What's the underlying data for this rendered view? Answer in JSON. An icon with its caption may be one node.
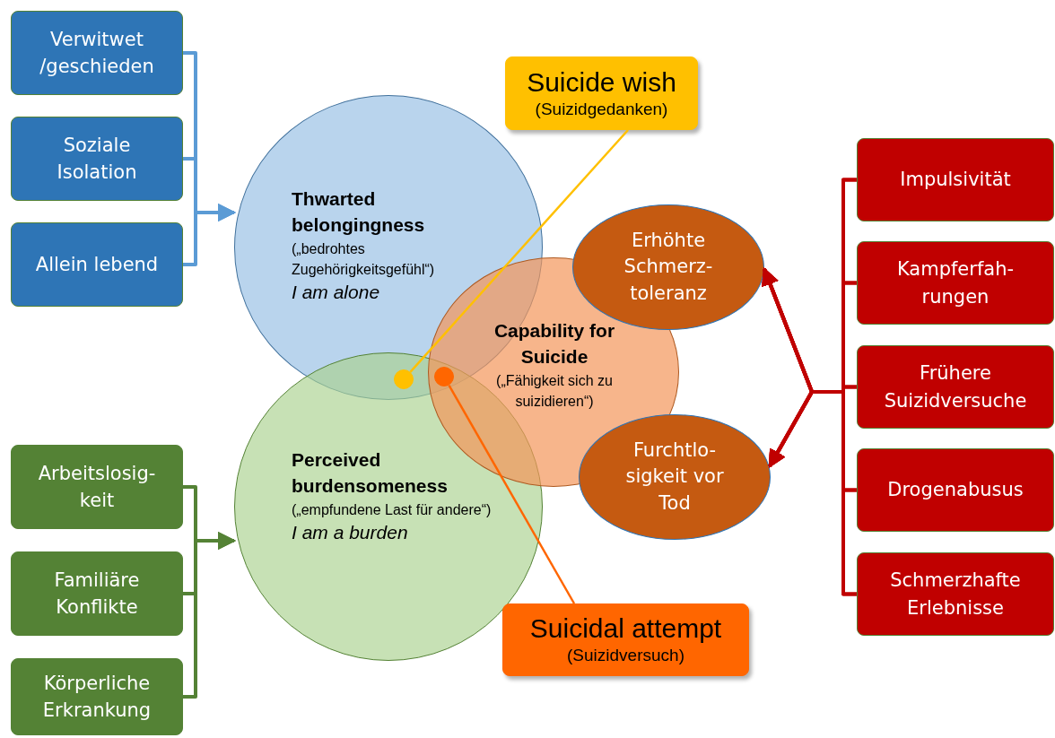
{
  "diagram": {
    "nodes": [
      {
        "text": [
          "Verwitwet /geschieden"
        ]
      },
      {
        "text": [
          "Soziale Isolation"
        ]
      },
      {
        "text": [
          "Allein lebend"
        ]
      },
      {
        "text": [
          "Thwarted belongingness",
          "(„bedrohtes Zugehörigkeitsgefühl“)",
          "I am alone"
        ]
      },
      {
        "text": [
          "Perceived burdensomeness",
          "(„empfundene Last für andere“)",
          "I am a burden"
        ]
      },
      {
        "text": [
          "Capability for Suicide",
          "(„Fähigkeit sich zu suizidieren“)"
        ]
      },
      {
        "text": [
          "Erhöhte Schmerz- toleranz"
        ]
      },
      {
        "text": [
          "Furchtlo- sigkeit vor Tod"
        ]
      },
      {
        "text": [
          "Arbeitslosig- keit"
        ]
      },
      {
        "text": [
          "Familiäre Konflikte"
        ]
      },
      {
        "text": [
          "Körperliche Erkrankung"
        ]
      },
      {
        "text": [
          "Impulsivität"
        ]
      },
      {
        "text": [
          "Kampferfah- rungen"
        ]
      },
      {
        "text": [
          "Frühere Suizidversuche"
        ]
      },
      {
        "text": [
          "Drogenabusus"
        ]
      },
      {
        "text": [
          "Schmerzhafte Erlebnisse"
        ]
      },
      {
        "text": [
          "Suicide wish",
          "(Suizidgedanken)"
        ]
      },
      {
        "text": [
          "Suicidal attempt",
          "(Suizidversuch)"
        ]
      },
      {
        "text": [],
        "shape": "circle"
      },
      {
        "text": [],
        "shape": "circle"
      }
    ],
    "edges": [
      {
        "from": 0,
        "to": 3,
        "arrow": "to",
        "color": "#5b9bd5"
      },
      {
        "from": 1,
        "to": 3,
        "arrow": "to",
        "color": "#5b9bd5"
      },
      {
        "from": 2,
        "to": 3,
        "arrow": "to",
        "color": "#5b9bd5"
      },
      {
        "from": 8,
        "to": 4,
        "arrow": "to",
        "color": "#548235"
      },
      {
        "from": 9,
        "to": 4,
        "arrow": "to",
        "color": "#548235"
      },
      {
        "from": 10,
        "to": 4,
        "arrow": "to",
        "color": "#548235"
      },
      {
        "from": 11,
        "to": 6,
        "arrow": "to",
        "color": "#c00000"
      },
      {
        "from": 11,
        "to": 7,
        "arrow": "to",
        "color": "#c00000"
      },
      {
        "from": 12,
        "to": 6,
        "arrow": "to",
        "color": "#c00000"
      },
      {
        "from": 12,
        "to": 7,
        "arrow": "to",
        "color": "#c00000"
      },
      {
        "from": 13,
        "to": 6,
        "arrow": "to",
        "color": "#c00000"
      },
      {
        "from": 13,
        "to": 7,
        "arrow": "to",
        "color": "#c00000"
      },
      {
        "from": 14,
        "to": 6,
        "arrow": "to",
        "color": "#c00000"
      },
      {
        "from": 14,
        "to": 7,
        "arrow": "to",
        "color": "#c00000"
      },
      {
        "from": 15,
        "to": 6,
        "arrow": "to",
        "color": "#c00000"
      },
      {
        "from": 15,
        "to": 7,
        "arrow": "to",
        "color": "#c00000"
      },
      {
        "from": 16,
        "to": 18,
        "arrow": "none",
        "color": "#ffc000"
      },
      {
        "from": 17,
        "to": 19,
        "arrow": "none",
        "color": "#ff6600"
      }
    ]
  }
}
